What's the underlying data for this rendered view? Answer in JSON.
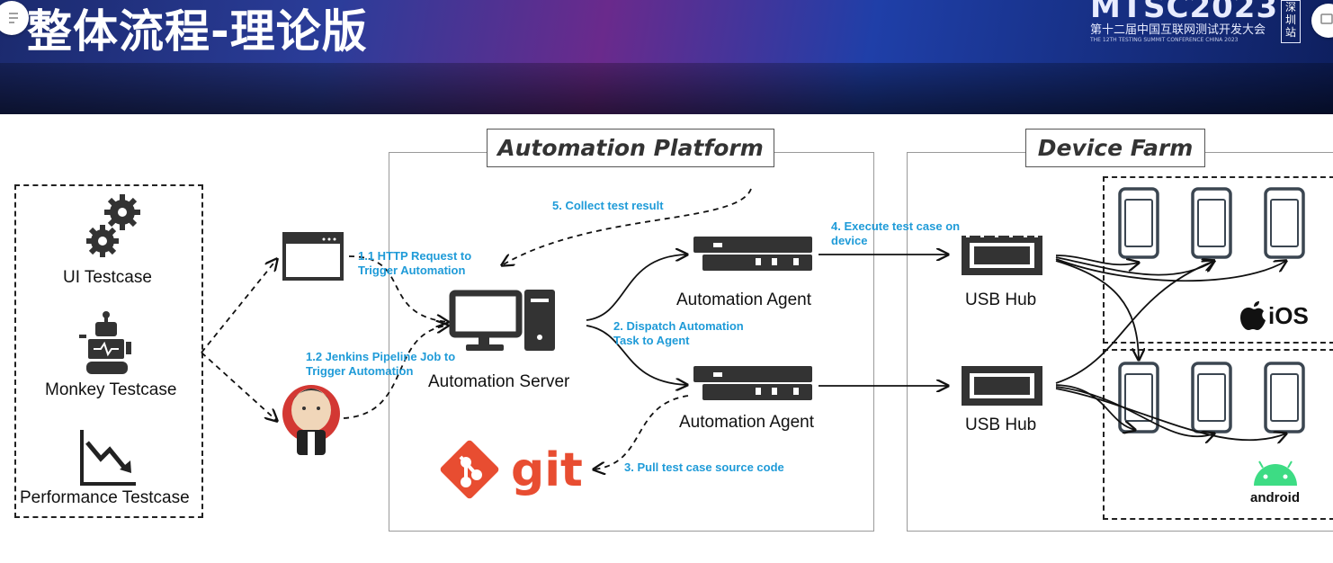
{
  "header": {
    "title": "整体流程-理论版",
    "logo_main": "MTSC2023",
    "logo_sub_cn": "第十二届中国互联网测试开发大会",
    "logo_sub_en": "THE 12TH TESTING SUMMIT CONFERENCE CHINA 2023",
    "logo_tag": "深圳站"
  },
  "sections": {
    "platform": "Automation Platform",
    "farm": "Device Farm"
  },
  "testcases": [
    "UI Testcase",
    "Monkey Testcase",
    "Performance Testcase"
  ],
  "nodes": {
    "server": "Automation Server",
    "agent1": "Automation Agent",
    "agent2": "Automation Agent",
    "hub1": "USB Hub",
    "hub2": "USB Hub",
    "ios": "iOS",
    "android": "android"
  },
  "steps": {
    "s11": "1.1 HTTP Request to Trigger Automation",
    "s12": "1.2 Jenkins Pipeline Job to Trigger Automation",
    "s2": "2. Dispatch Automation Task to Agent",
    "s3": "3. Pull test case source code",
    "s4": "4. Execute test case on device",
    "s5": "5. Collect test result"
  },
  "icons": {
    "gear": "gear-icon",
    "robot": "robot-icon",
    "chart": "chart-down-icon",
    "browser": "browser-window-icon",
    "jenkins": "jenkins-logo",
    "computer": "computer-icon",
    "git": "git-logo",
    "agent": "server-device-icon",
    "usb": "usb-hub-icon",
    "phone": "phone-icon",
    "apple": "apple-icon",
    "android": "android-icon"
  },
  "colors": {
    "accent_blue": "#1f9bd8",
    "git_red": "#e84d31",
    "jenkins_red": "#d33833",
    "android_green": "#3ddc84",
    "dark": "#333333"
  }
}
